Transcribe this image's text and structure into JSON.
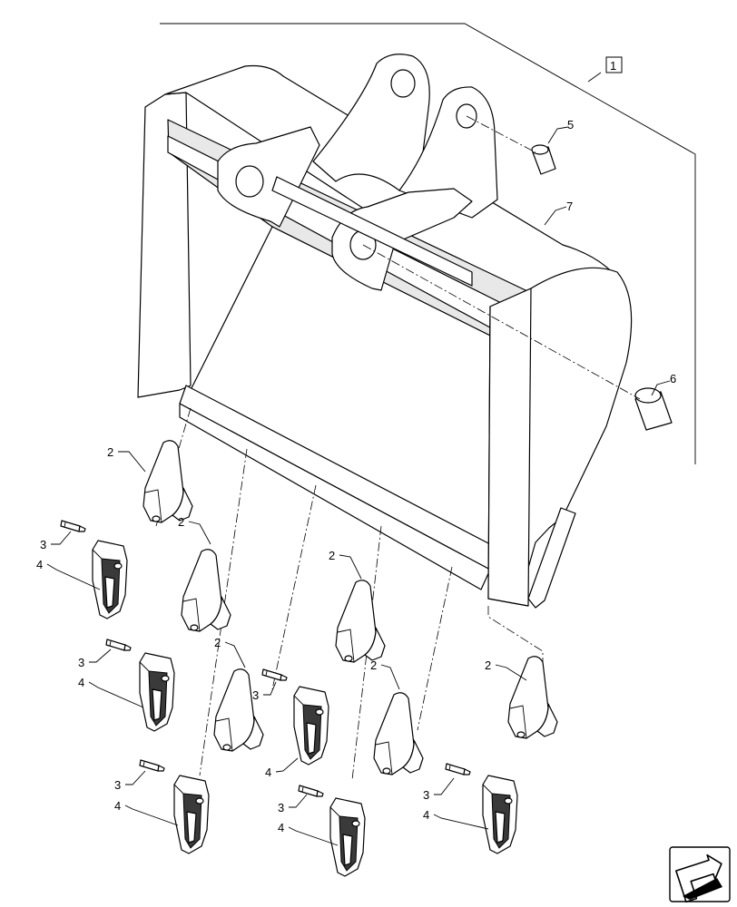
{
  "kit_label": "1",
  "parts": {
    "tooth_adapter": "2",
    "pin": "3",
    "tooth_tip": "4",
    "bushing_small": "5",
    "bushing_large": "6",
    "bucket": "7"
  },
  "nav_icon": "arrow-next-icon",
  "colors": {
    "line": "#000000",
    "background": "#ffffff"
  }
}
